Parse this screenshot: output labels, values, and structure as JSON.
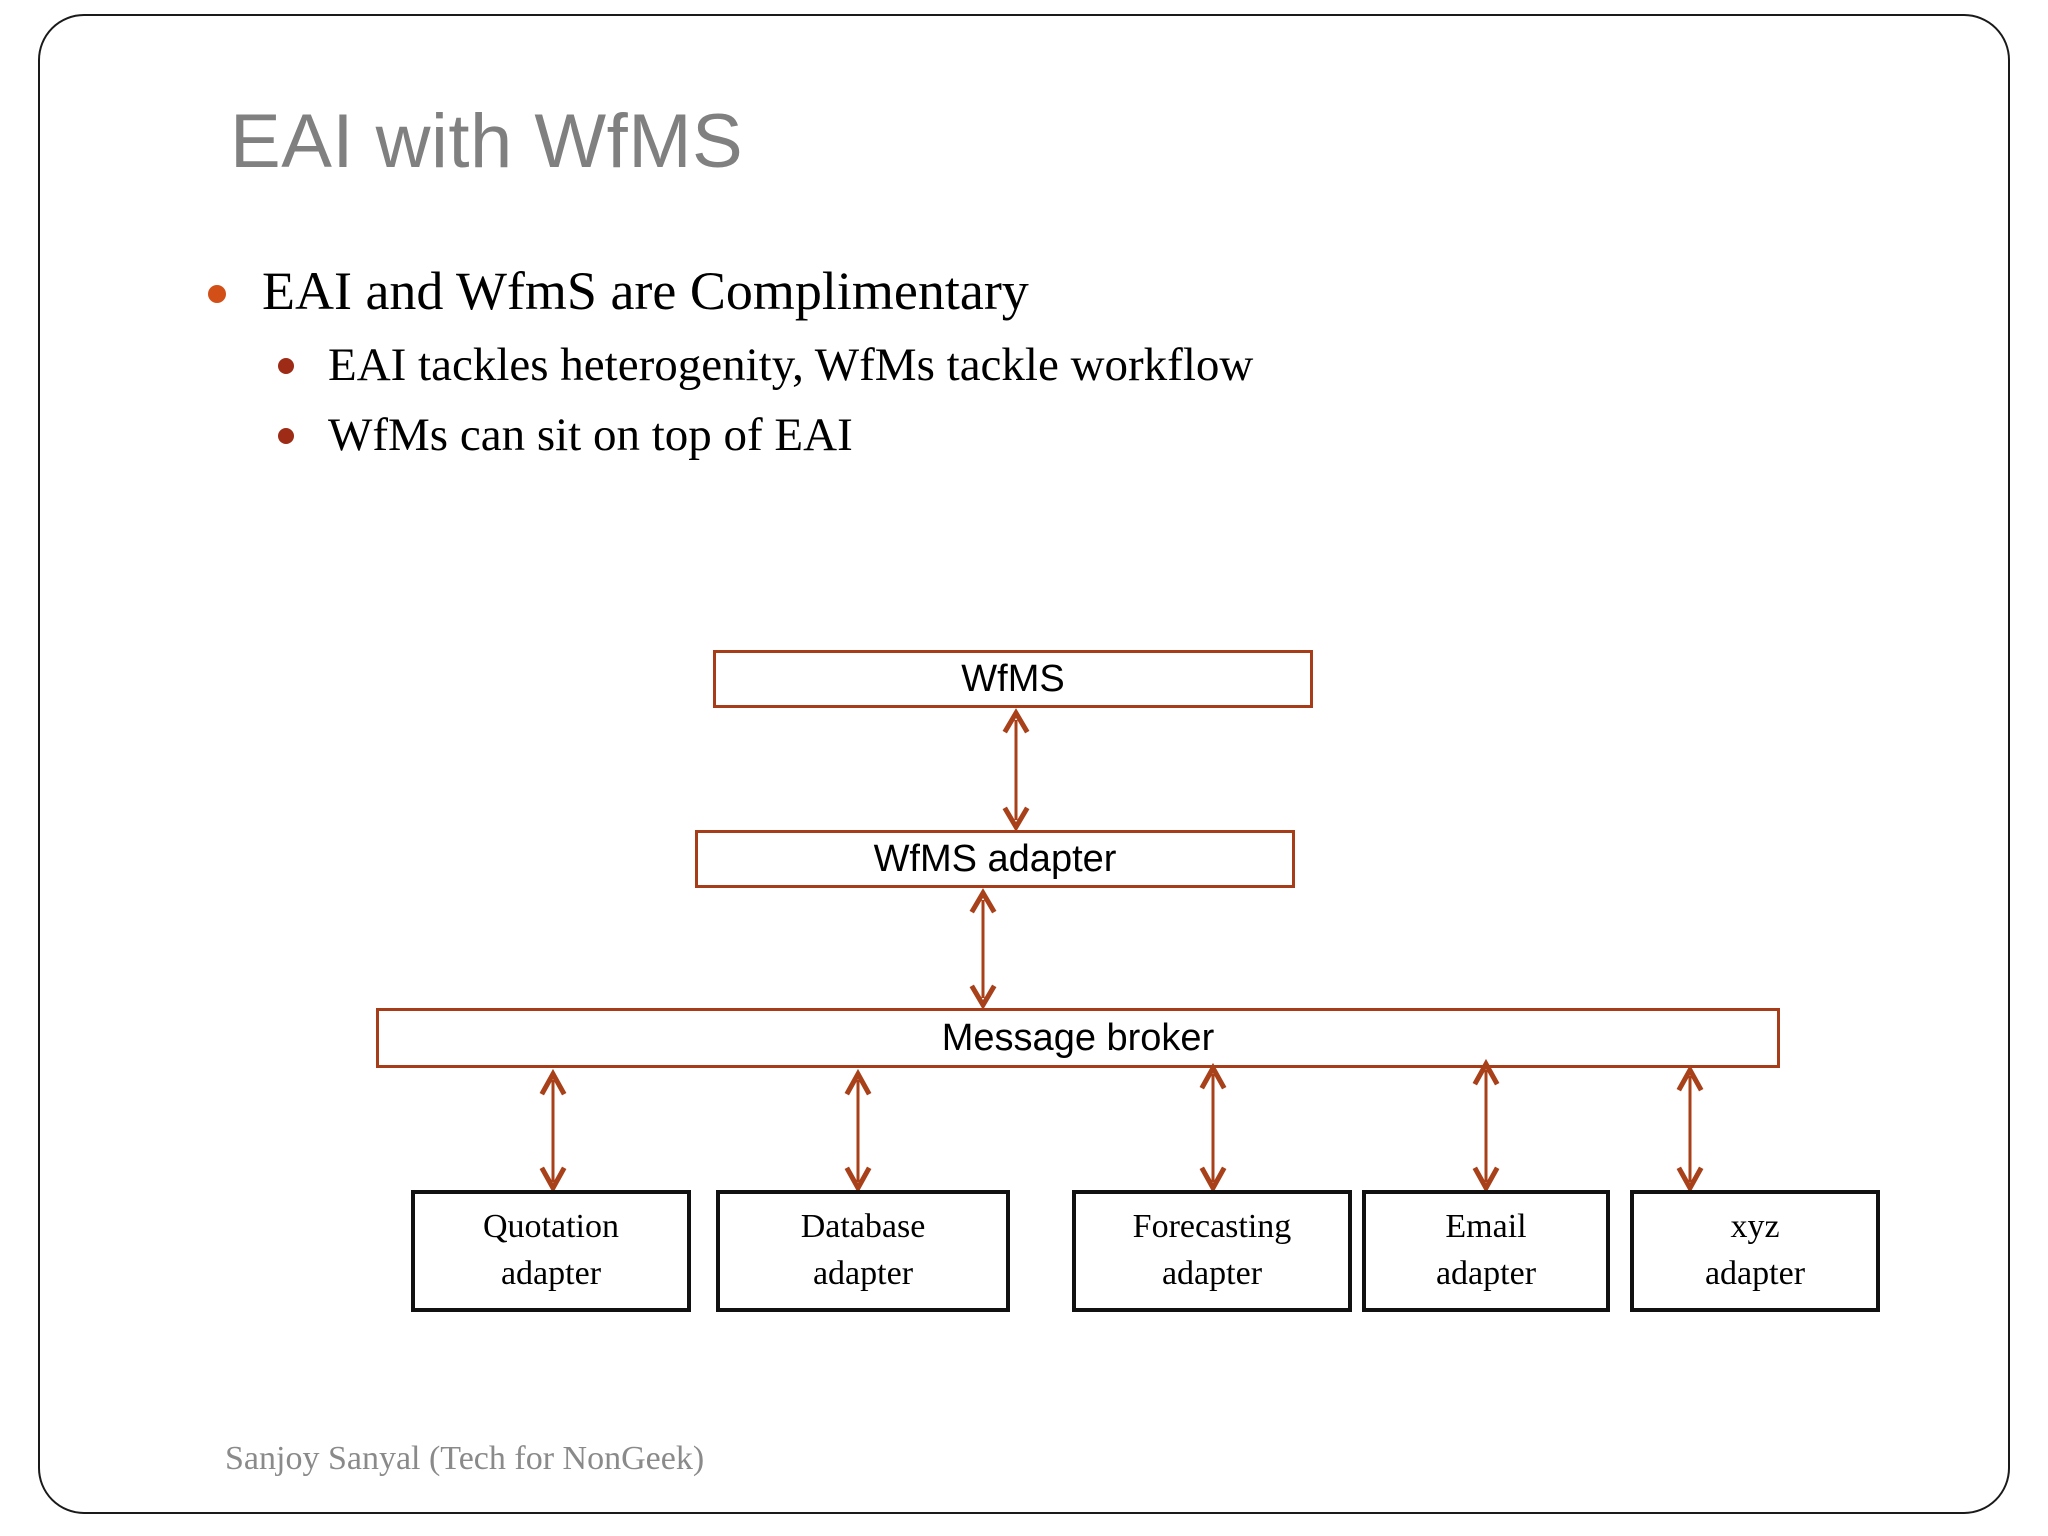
{
  "slide": {
    "title": "EAI with WfMS",
    "footer": "Sanjoy Sanyal (Tech for NonGeek)",
    "colors": {
      "title_gray": "#808080",
      "bullet_level1": "#D24F17",
      "bullet_level2": "#9E2B16",
      "diagram_orange": "#A63C18",
      "diagram_black": "#111111",
      "footer_gray": "#8a8a8a",
      "background": "#ffffff"
    }
  },
  "bullets": [
    {
      "level": 1,
      "text": "EAI and WfmS are Complimentary",
      "marker": "bullet-dot-orange"
    },
    {
      "level": 2,
      "text": "EAI tackles heterogenity, WfMs tackle workflow",
      "marker": "bullet-dot-maroon"
    },
    {
      "level": 2,
      "text": "WfMs can sit on top of EAI",
      "marker": "bullet-dot-maroon"
    }
  ],
  "diagram": {
    "nodes": {
      "wfms": {
        "label": "WfMS"
      },
      "wfms_adapter": {
        "label": "WfMS adapter"
      },
      "message_broker": {
        "label": "Message broker"
      }
    },
    "adapters": [
      {
        "line1": "Quotation",
        "line2": "adapter"
      },
      {
        "line1": "Database",
        "line2": "adapter"
      },
      {
        "line1": "Forecasting",
        "line2": "adapter"
      },
      {
        "line1": "Email",
        "line2": "adapter"
      },
      {
        "line1": "xyz",
        "line2": "adapter"
      }
    ],
    "connectors": [
      {
        "from": "wfms",
        "to": "wfms_adapter",
        "kind": "double-arrow-vertical"
      },
      {
        "from": "wfms_adapter",
        "to": "message_broker",
        "kind": "double-arrow-vertical"
      },
      {
        "from": "message_broker",
        "to": "Quotation adapter",
        "kind": "double-arrow-vertical"
      },
      {
        "from": "message_broker",
        "to": "Database adapter",
        "kind": "double-arrow-vertical"
      },
      {
        "from": "message_broker",
        "to": "Forecasting adapter",
        "kind": "double-arrow-vertical"
      },
      {
        "from": "message_broker",
        "to": "Email adapter",
        "kind": "double-arrow-vertical"
      },
      {
        "from": "message_broker",
        "to": "xyz adapter",
        "kind": "double-arrow-vertical"
      }
    ]
  }
}
